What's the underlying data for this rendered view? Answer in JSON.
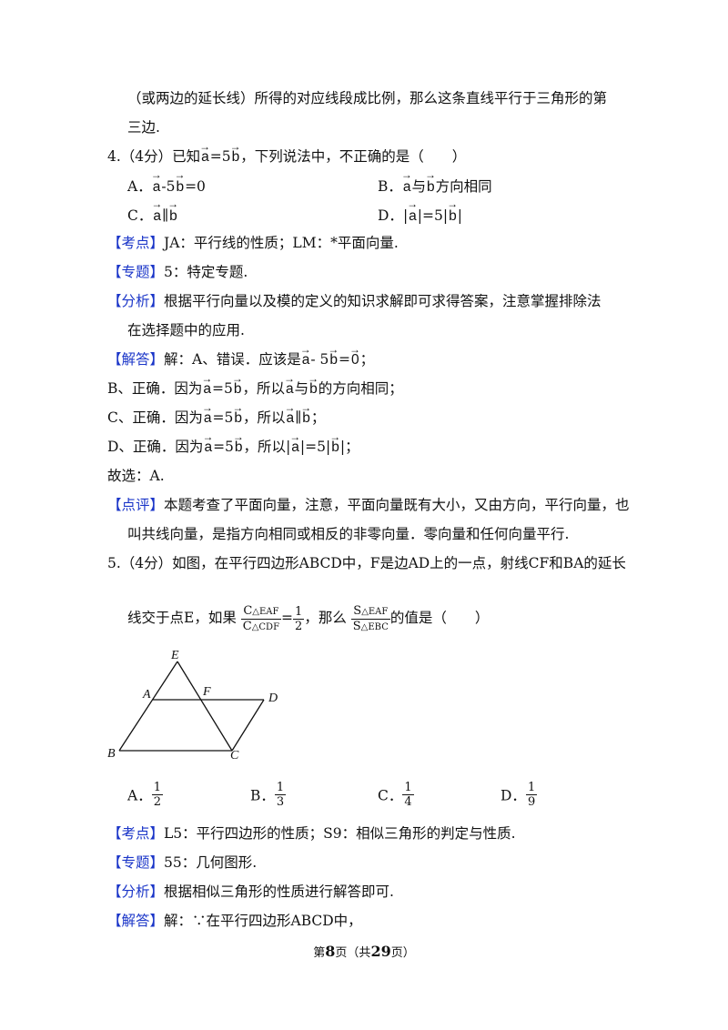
{
  "lines": {
    "l1": "（或两边的延长线）所得的对应线段成比例，那么这条直线平行于三角形的第",
    "l2": "三边.",
    "q4_pre": "4.（4分）已知",
    "q4_post": "，下列说法中，不正确的是（　　）",
    "q4_A": "A．",
    "q4_B": "B．",
    "q4_B_text": "方向相同",
    "q4_C": "C．",
    "q4_D": "D．",
    "kd4_label": "【考点】",
    "kd4_text": "JA：平行线的性质；LM：*平面向量.",
    "zt4_label": "【专题】",
    "zt4_text": "5：特定专题.",
    "fx4_label": "【分析】",
    "fx4_text1": "根据平行向量以及模的定义的知识求解即可求得答案，注意掌握排除法",
    "fx4_text2": "在选择题中的应用.",
    "jd4_label": "【解答】",
    "jd4_text": "解：A、错误．应该是",
    "sol_B": "B、正确．因为",
    "sol_B2": "，所以",
    "sol_B3": "的方向相同；",
    "sol_C": "C、正确．因为",
    "sol_C2": "，所以",
    "sol_D": "D、正确．因为",
    "sol_D2": "，所以",
    "choose": "故选：A.",
    "dp4_label": "【点评】",
    "dp4_text1": "本题考查了平面向量，注意，平面向量既有大小，又由方向，平行向量，也",
    "dp4_text2": "叫共线向量，是指方向相同或相反的非零向量．零向量和任何向量平行.",
    "q5_l1": "5.（4分）如图，在平行四边形ABCD中，F是边AD上的一点，射线CF和BA的延长",
    "q5_l2_pre": "线交于点E，如果",
    "q5_l2_mid": "，那么",
    "q5_l2_post": "的值是（　　）",
    "q5_A": "A．",
    "q5_B": "B．",
    "q5_C": "C．",
    "q5_D": "D．",
    "kd5_label": "【考点】",
    "kd5_text": "L5：平行四边形的性质；S9：相似三角形的判定与性质.",
    "zt5_label": "【专题】",
    "zt5_text": "55：几何图形.",
    "fx5_label": "【分析】",
    "fx5_text": "根据相似三角形的性质进行解答即可.",
    "jd5_label": "【解答】",
    "jd5_text": "解：∵在平行四边形ABCD中，"
  },
  "math": {
    "a": "a",
    "b": "b",
    "zero": "0",
    "eq_a5b": "=5",
    "optA": "-5",
    "optA_tail": "=0",
    "and": "与",
    "par": "∥",
    "absA": "|",
    "absEq": "|=5|",
    "solA_mid": "- 5",
    "solA_eq": "=",
    "semi": "；",
    "c_eaf": "C",
    "c_sub1": "△EAF",
    "c_cdf": "C",
    "c_sub2": "△CDF",
    "eq": "=",
    "one": "1",
    "two": "2",
    "s_eaf": "S",
    "s_sub1": "△EAF",
    "s_ebc": "S",
    "s_sub2": "△EBC"
  },
  "options5": [
    {
      "num": "1",
      "den": "2"
    },
    {
      "num": "1",
      "den": "3"
    },
    {
      "num": "1",
      "den": "4"
    },
    {
      "num": "1",
      "den": "9"
    }
  ],
  "figure": {
    "labels": {
      "E": "E",
      "A": "A",
      "F": "F",
      "D": "D",
      "B": "B",
      "C": "C"
    }
  },
  "footer": {
    "pre": "第",
    "page": "8",
    "mid": "页（共",
    "total": "29",
    "post": "页）"
  }
}
